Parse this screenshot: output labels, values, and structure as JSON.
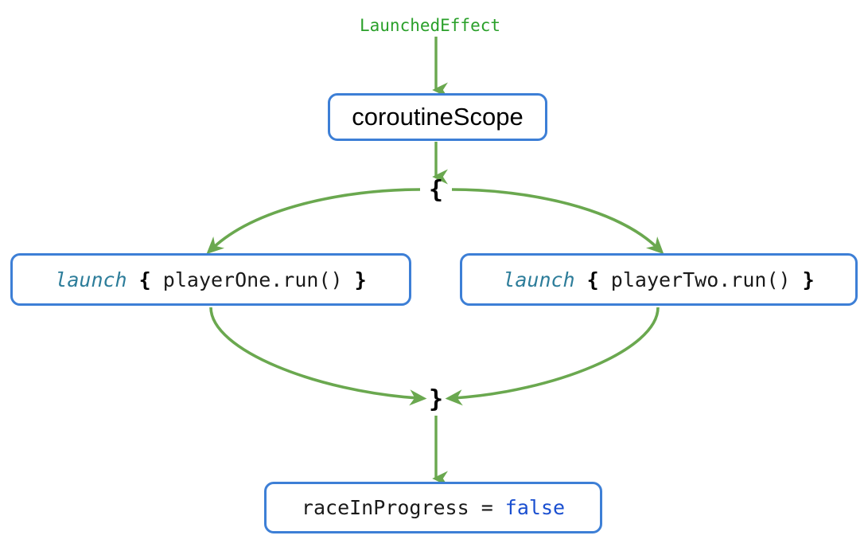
{
  "diagram": {
    "title_label": "LaunchedEffect",
    "colors": {
      "node_border": "#3d7fd6",
      "edge_green": "#6aa84f",
      "label_green": "#2aa02a",
      "keyword_blue": "#2d7d9a",
      "literal_blue": "#1a4fd0",
      "text_black": "#000000",
      "background": "#ffffff"
    },
    "nodes": {
      "coroutine_scope": {
        "label": "coroutineScope"
      },
      "launch_one": {
        "keyword": "launch",
        "open_brace": "{",
        "body": "playerOne.run()",
        "close_brace": "}"
      },
      "launch_two": {
        "keyword": "launch",
        "open_brace": "{",
        "body": "playerTwo.run()",
        "close_brace": "}"
      },
      "race_flag": {
        "assignment": "raceInProgress = ",
        "value": "false"
      }
    },
    "braces": {
      "open": "{",
      "close": "}"
    }
  }
}
